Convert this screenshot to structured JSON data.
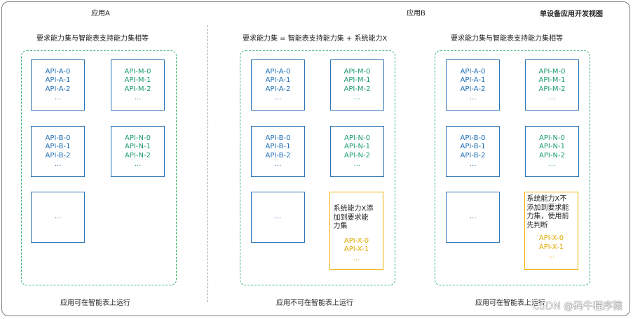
{
  "view_title": "单设备应用开发视图",
  "app_a_label": "应用A",
  "app_b_label": "应用B",
  "columns": [
    {
      "heading": "要求能力集与智能表支持能力集相等",
      "footer": "应用可在智能表上运行",
      "boxes": {
        "a": [
          "API-A-0",
          "API-A-1",
          "API-A-2",
          "..."
        ],
        "m": [
          "API-M-0",
          "API-M-1",
          "API-M-2",
          "..."
        ],
        "b": [
          "API-B-0",
          "API-B-1",
          "API-B-2",
          "..."
        ],
        "n": [
          "API-N-0",
          "API-N-1",
          "API-N-2",
          "..."
        ],
        "empty": "..."
      }
    },
    {
      "heading": "要求能力集 = 智能表支持能力集 + 系统能力X",
      "footer": "应用不可在智能表上运行",
      "boxes": {
        "a": [
          "API-A-0",
          "API-A-1",
          "API-A-2",
          "..."
        ],
        "m": [
          "API-M-0",
          "API-M-1",
          "API-M-2",
          "..."
        ],
        "b": [
          "API-B-0",
          "API-B-1",
          "API-B-2",
          "..."
        ],
        "n": [
          "API-N-0",
          "API-N-1",
          "API-N-2",
          "..."
        ],
        "empty": "...",
        "x_note": [
          "系统能力X添",
          "加到要求能",
          "力集"
        ],
        "x": [
          "API-X-0",
          "API-X-1",
          "..."
        ]
      }
    },
    {
      "heading": "要求能力集与智能表支持能力集相等",
      "footer": "应用可在智能表上运行",
      "boxes": {
        "a": [
          "API-A-0",
          "API-A-1",
          "API-A-2",
          "..."
        ],
        "m": [
          "API-M-0",
          "API-M-1",
          "API-M-2",
          "..."
        ],
        "b": [
          "API-B-0",
          "API-B-1",
          "API-B-2",
          "..."
        ],
        "n": [
          "API-N-0",
          "API-N-1",
          "API-N-2",
          "..."
        ],
        "empty": "...",
        "x_note": [
          "系统能力X不",
          "添加到要求能",
          "力集，使用前",
          "先判断"
        ],
        "x": [
          "API-X-0",
          "API-X-1",
          "..."
        ]
      }
    }
  ],
  "watermark": "CSDN @码牛程序猿",
  "colors": {
    "blue": "#1f6fb5",
    "teal": "#1a9a6a",
    "yellow": "#e0a800",
    "green_border": "#3cb371"
  }
}
